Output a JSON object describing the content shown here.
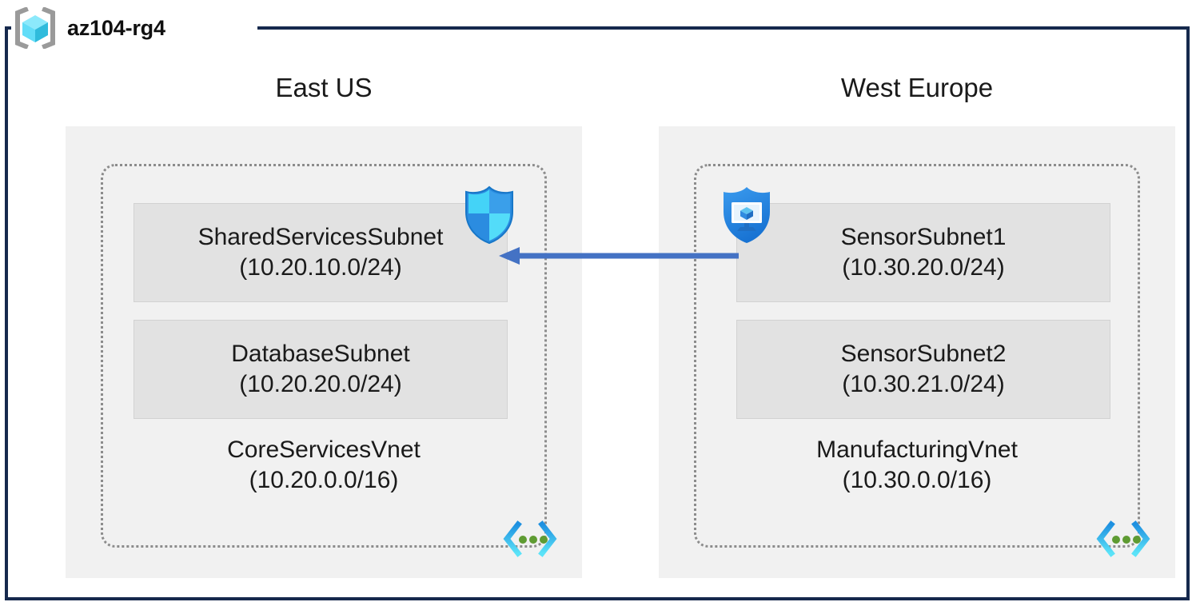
{
  "resource_group": {
    "name": "az104-rg4",
    "icon": "resource-group-cube-icon",
    "frame_color": "#16294D"
  },
  "regions": [
    {
      "id": "east-us",
      "title": "East US",
      "vnet": {
        "name": "CoreServicesVnet",
        "cidr": "(10.20.0.0/16)",
        "icon": "virtual-network-icon",
        "subnets": [
          {
            "name": "SharedServicesSubnet",
            "cidr": "(10.20.10.0/24)",
            "icon": "network-security-group-shield-icon"
          },
          {
            "name": "DatabaseSubnet",
            "cidr": "(10.20.20.0/24)",
            "icon": null
          }
        ]
      }
    },
    {
      "id": "west-europe",
      "title": "West Europe",
      "vnet": {
        "name": "ManufacturingVnet",
        "cidr": "(10.30.0.0/16)",
        "icon": "virtual-network-icon",
        "subnets": [
          {
            "name": "SensorSubnet1",
            "cidr": "(10.30.20.0/24)",
            "icon": "vm-security-shield-icon"
          },
          {
            "name": "SensorSubnet2",
            "cidr": "(10.30.21.0/24)",
            "icon": null
          }
        ]
      }
    }
  ],
  "connector": {
    "name": "vnet-peering-arrow",
    "direction": "right-to-left",
    "color": "#4472C4"
  },
  "palette": {
    "region_box": "#F1F1F1",
    "subnet_box": "#E2E2E2",
    "vnet_border": "#8C8C8C",
    "frame": "#16294D",
    "arrow": "#4472C4",
    "cube_light": "#7FE3F7",
    "cube_mid": "#45C8E8",
    "cube_dark": "#2BA8C8",
    "bracket": "#9A9A9A",
    "shield_light": "#3FD0F5",
    "shield_mid": "#32B0F0",
    "shield_dark": "#1E7FD6",
    "vnet_green": "#5E9B32"
  }
}
